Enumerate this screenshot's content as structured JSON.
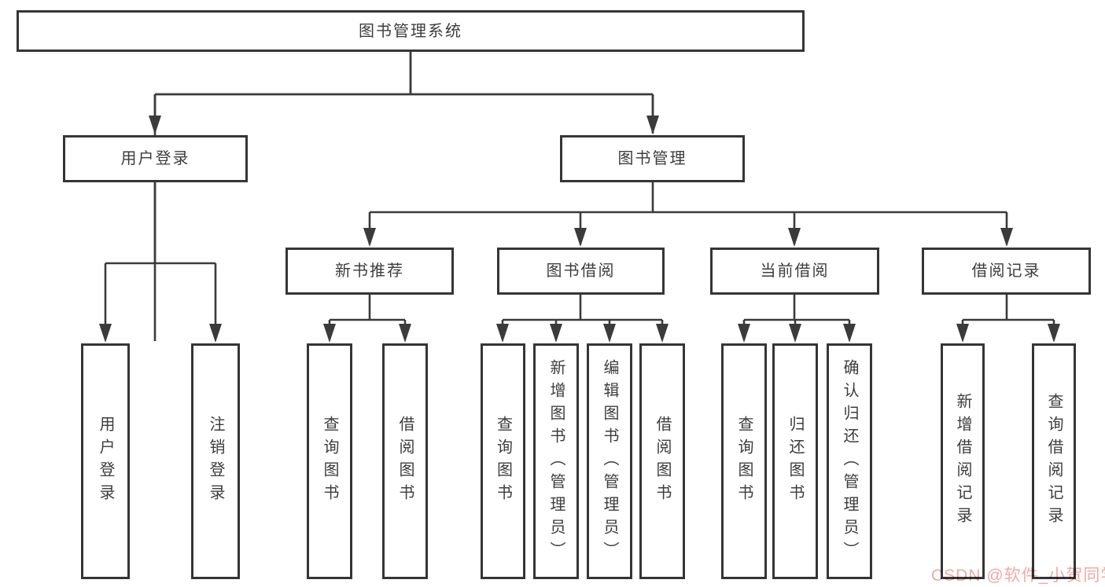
{
  "diagram_title": "图书管理系统",
  "tree": {
    "root": {
      "label": "图书管理系统"
    },
    "branches": [
      {
        "label": "用户登录",
        "children": [
          {
            "label": "用户登录"
          },
          {
            "label": "注销登录"
          }
        ]
      },
      {
        "label": "图书管理",
        "children": [
          {
            "label": "新书推荐",
            "children": [
              {
                "label": "查询图书"
              },
              {
                "label": "借阅图书"
              }
            ]
          },
          {
            "label": "图书借阅",
            "children": [
              {
                "label": "查询图书"
              },
              {
                "label": "新增图书（管理员）"
              },
              {
                "label": "编辑图书（管理员）"
              },
              {
                "label": "借阅图书"
              }
            ]
          },
          {
            "label": "当前借阅",
            "children": [
              {
                "label": "查询图书"
              },
              {
                "label": "归还图书"
              },
              {
                "label": "确认归还（管理员）"
              }
            ]
          },
          {
            "label": "借阅记录",
            "children": [
              {
                "label": "新增借阅记录"
              },
              {
                "label": "查询借阅记录"
              }
            ]
          }
        ]
      }
    ]
  },
  "watermark": {
    "text": "CSDN @软件_小贺同学"
  },
  "colors": {
    "background": "#ffffff",
    "box_bg": "#ffffff",
    "box_border": "#353535",
    "line": "#3b3b3b",
    "text": "#3d3d3d",
    "watermark": "#f1a9a4"
  }
}
